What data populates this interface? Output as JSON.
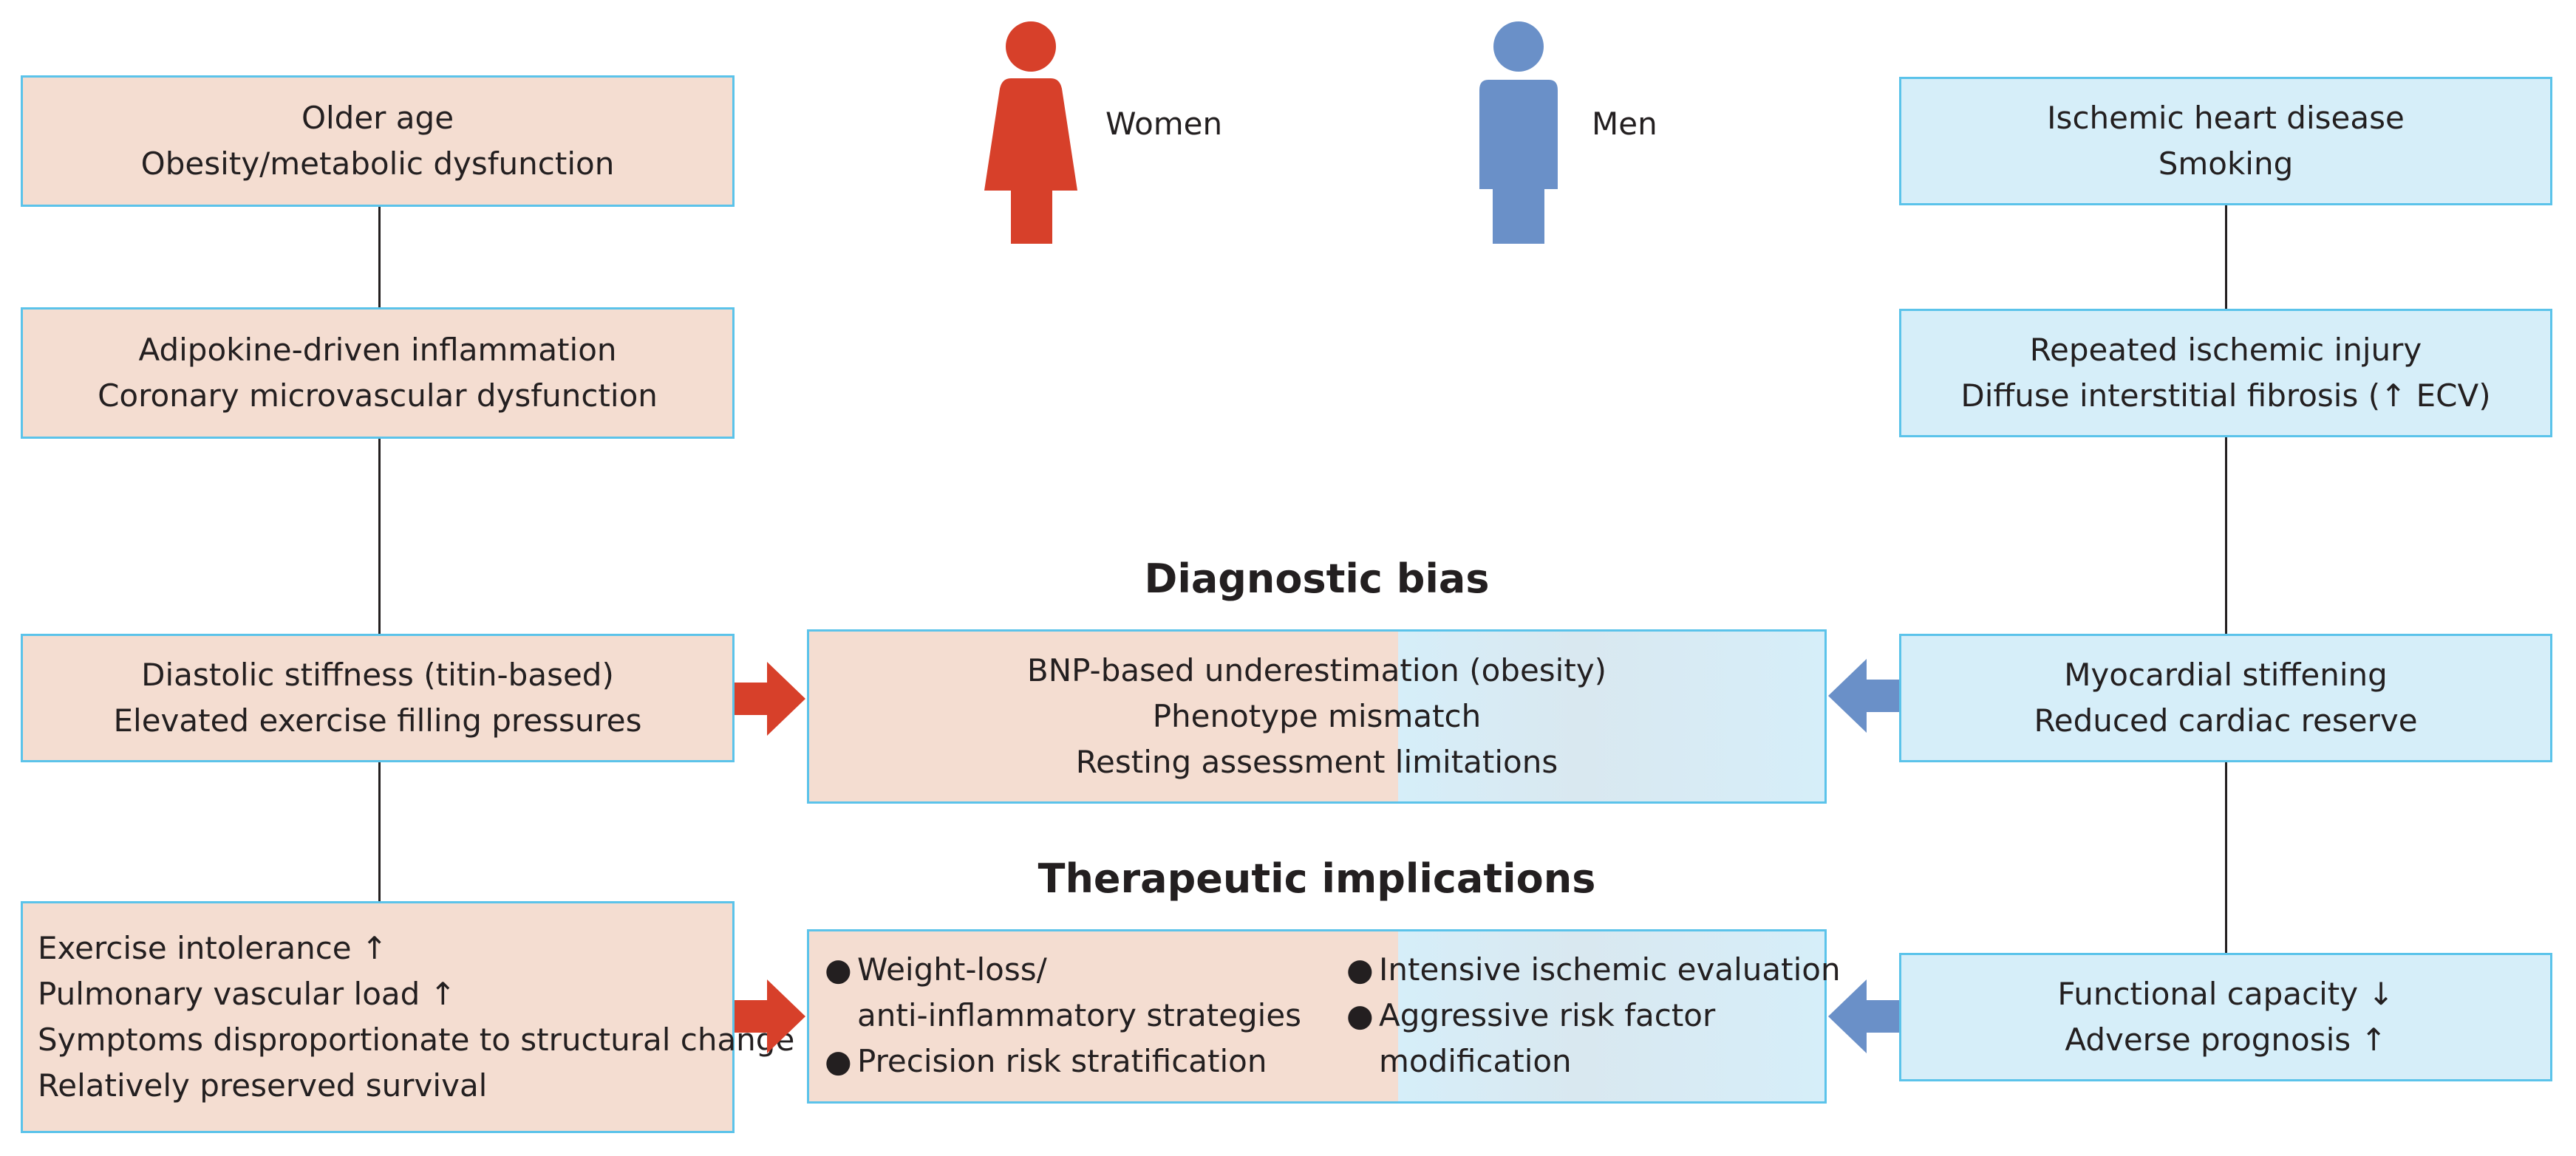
{
  "colors": {
    "women_accent": "#d7402a",
    "men_accent": "#6a90c8",
    "women_fill": "#f4ddd1",
    "men_fill": "#d6eef9",
    "border": "#5bc3ea"
  },
  "legend": {
    "women": {
      "label": "Women",
      "icon": "woman-icon"
    },
    "men": {
      "label": "Men",
      "icon": "man-icon"
    }
  },
  "women_path": [
    {
      "lines": [
        "Older age",
        "Obesity/metabolic dysfunction"
      ]
    },
    {
      "lines": [
        "Adipokine-driven inflammation",
        "Coronary microvascular dysfunction"
      ]
    },
    {
      "lines": [
        "Diastolic stiffness (titin-based)",
        "Elevated exercise filling pressures"
      ]
    },
    {
      "lines": [
        "Exercise intolerance ↑",
        "Pulmonary vascular load ↑",
        "Symptoms disproportionate to structural change",
        "Relatively preserved survival"
      ]
    }
  ],
  "men_path": [
    {
      "lines": [
        "Ischemic heart disease",
        "Smoking"
      ]
    },
    {
      "lines": [
        "Repeated ischemic injury",
        "Diffuse interstitial fibrosis (↑ ECV)"
      ]
    },
    {
      "lines": [
        "Myocardial stiffening",
        "Reduced cardiac reserve"
      ]
    },
    {
      "lines": [
        "Functional capacity ↓",
        "Adverse prognosis ↑"
      ]
    }
  ],
  "diagnostic_bias": {
    "heading": "Diagnostic bias",
    "lines": [
      "BNP-based underestimation (obesity)",
      "Phenotype mismatch",
      "Resting assessment limitations"
    ]
  },
  "therapeutic": {
    "heading": "Therapeutic implications",
    "bullet_glyph": "●",
    "women_items": [
      {
        "lines": [
          "Weight-loss/",
          "anti-inflammatory strategies"
        ]
      },
      {
        "lines": [
          "Precision risk stratification"
        ]
      }
    ],
    "men_items": [
      {
        "lines": [
          "Intensive ischemic evaluation"
        ]
      },
      {
        "lines": [
          "Aggressive risk factor",
          "modification"
        ]
      }
    ]
  }
}
